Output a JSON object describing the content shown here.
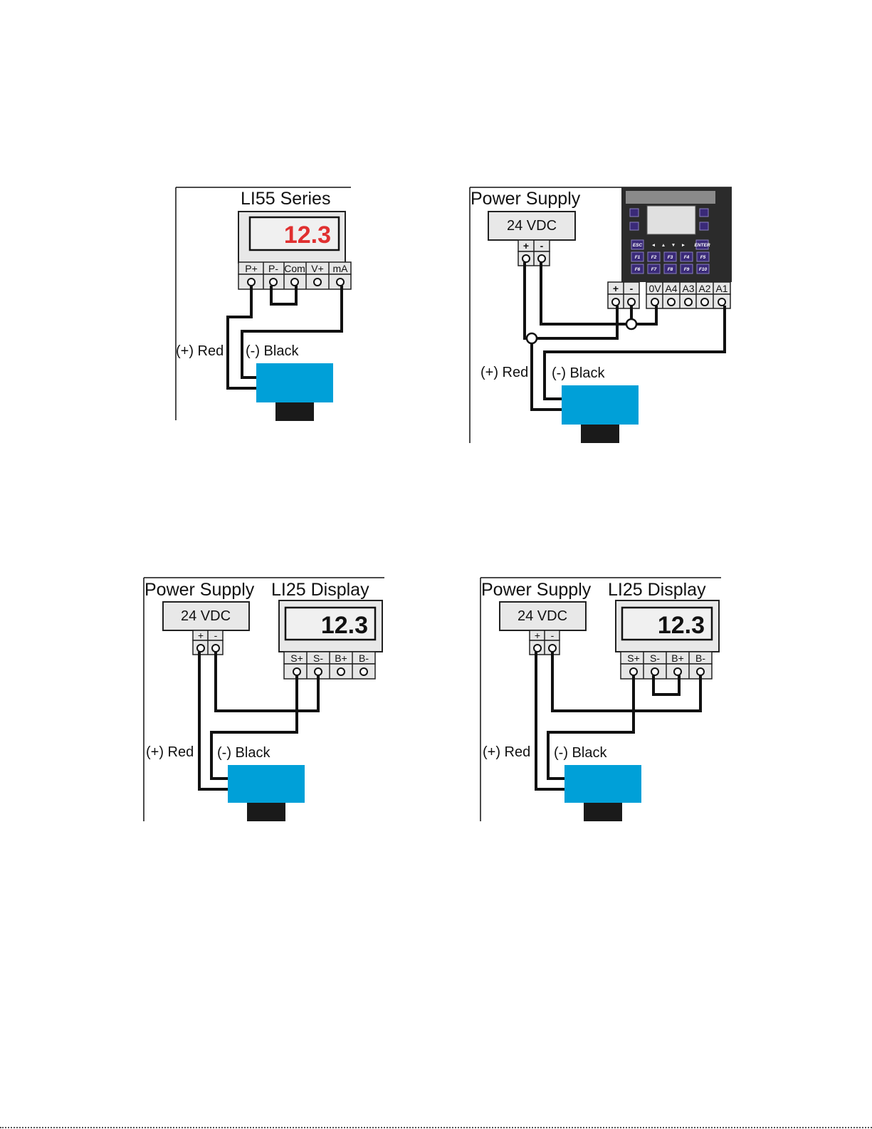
{
  "diagram1": {
    "title": "LI55 Series",
    "display_value": "12.3",
    "terminals": [
      "P+",
      "P-",
      "Com",
      "V+",
      "mA"
    ],
    "red_label": "(+) Red",
    "black_label": "(-) Black",
    "display_value_color": "#e03030"
  },
  "diagram2": {
    "power_supply_title": "Power Supply",
    "voltage": "24 VDC",
    "supply_terminals": [
      "+",
      "-"
    ],
    "plc_power_terminals": [
      "+",
      "-"
    ],
    "plc_input_terminals": [
      "0V",
      "A4",
      "A3",
      "A2",
      "A1"
    ],
    "plc_keys_row1": [
      "ESC",
      "◄",
      "▲",
      "▼",
      "►",
      "ENTER"
    ],
    "plc_keys_row2": [
      "F1",
      "F2",
      "F3",
      "F4",
      "F5"
    ],
    "plc_keys_row3": [
      "F6",
      "F7",
      "F8",
      "F9",
      "F10"
    ],
    "red_label": "(+) Red",
    "black_label": "(-) Black"
  },
  "diagram3": {
    "power_supply_title": "Power Supply",
    "display_title": "LI25 Display",
    "voltage": "24 VDC",
    "supply_terminals": [
      "+",
      "-"
    ],
    "display_value": "12.3",
    "display_terminals": [
      "S+",
      "S-",
      "B+",
      "B-"
    ],
    "red_label": "(+) Red",
    "black_label": "(-) Black"
  },
  "diagram4": {
    "power_supply_title": "Power Supply",
    "display_title": "LI25 Display",
    "voltage": "24 VDC",
    "supply_terminals": [
      "+",
      "-"
    ],
    "display_value": "12.3",
    "display_terminals": [
      "S+",
      "S-",
      "B+",
      "B-"
    ],
    "red_label": "(+) Red",
    "black_label": "(-) Black"
  },
  "colors": {
    "sensor_body": "#00a0d8",
    "sensor_cable": "#1a1a1a",
    "plc_body": "#2b2b2b",
    "wire": "#111111"
  }
}
